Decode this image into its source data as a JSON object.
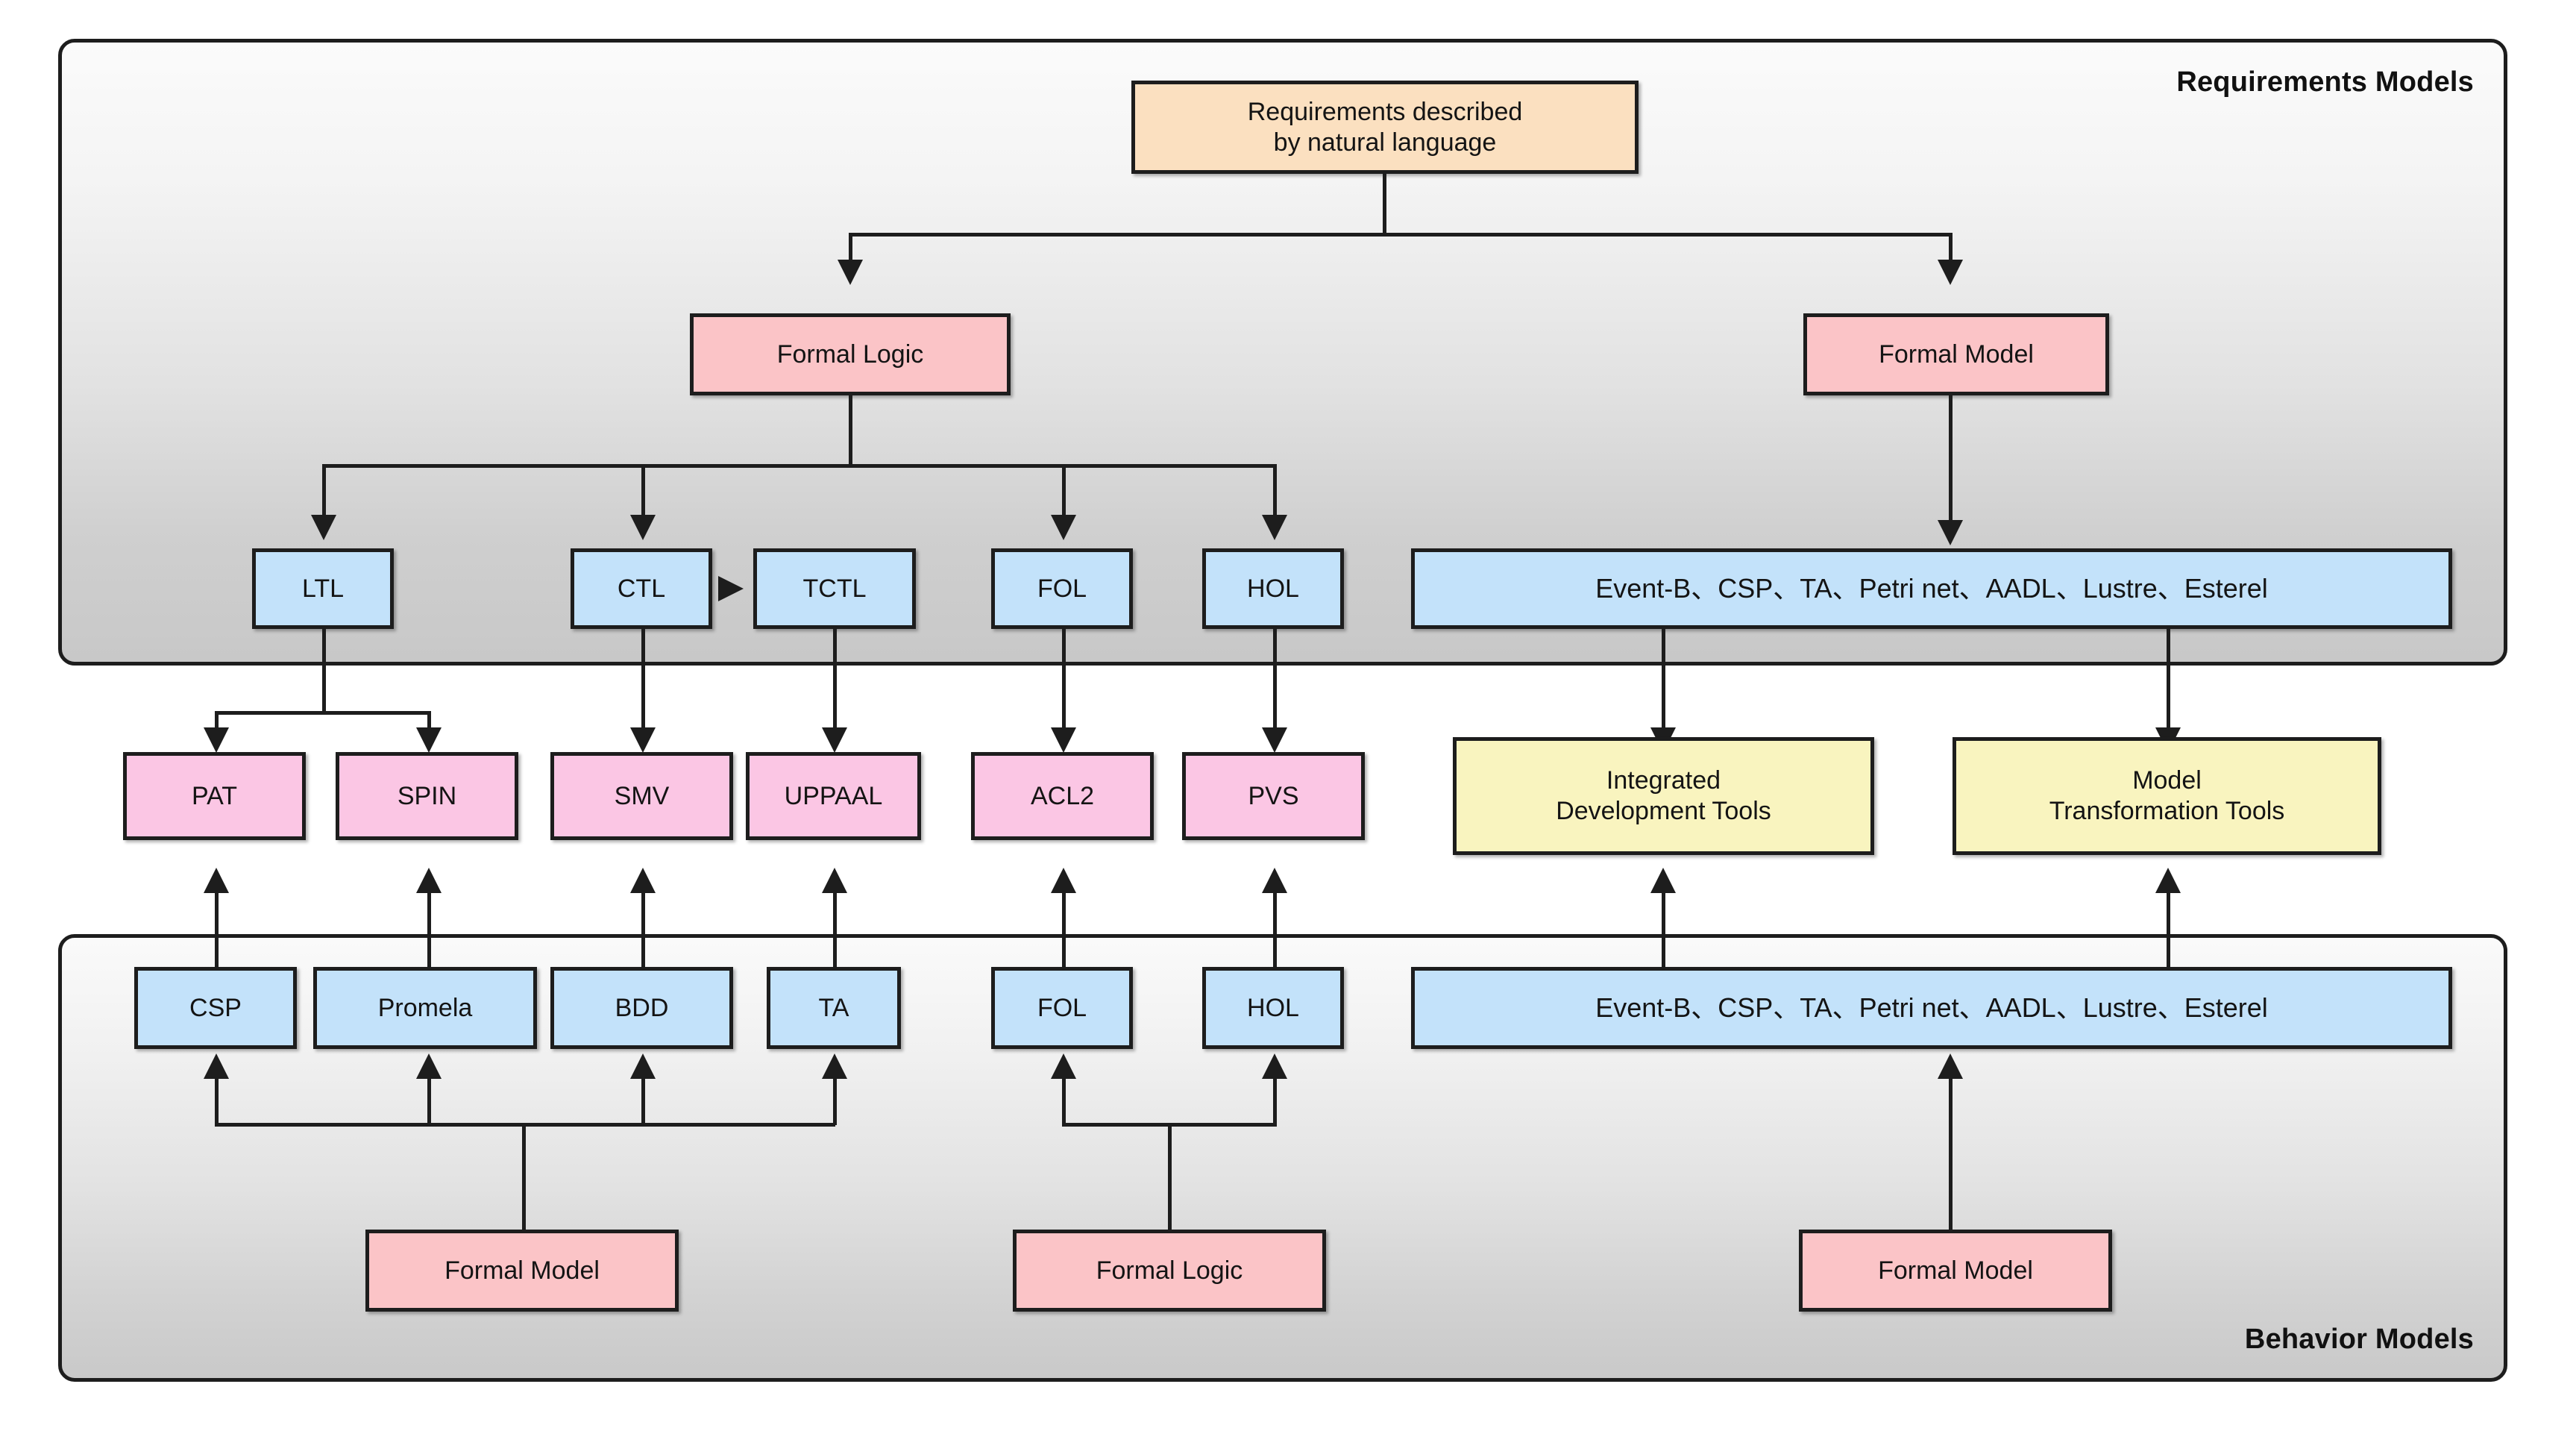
{
  "panels": {
    "requirements": {
      "title": "Requirements Models"
    },
    "behavior": {
      "title": "Behavior Models"
    }
  },
  "nodes": {
    "root": "Requirements described\nby natural language",
    "root_line1": "Requirements described",
    "root_line2": "by natural language",
    "req_formal_logic": "Formal Logic",
    "req_formal_model": "Formal Model",
    "logics": [
      "LTL",
      "CTL",
      "TCTL",
      "FOL",
      "HOL"
    ],
    "req_notations": "Event-B、CSP、TA、Petri net、AADL、Lustre、Esterel",
    "tools": [
      "PAT",
      "SPIN",
      "SMV",
      "UPPAAL",
      "ACL2",
      "PVS"
    ],
    "tool_groups": [
      "Integrated\nDevelopment Tools",
      "Model\nTransformation Tools"
    ],
    "tool_group_1_line1": "Integrated",
    "tool_group_1_line2": "Development Tools",
    "tool_group_2_line1": "Model",
    "tool_group_2_line2": "Transformation Tools",
    "behavior_langs": [
      "CSP",
      "Promela",
      "BDD",
      "TA",
      "FOL",
      "HOL"
    ],
    "beh_notations": "Event-B、CSP、TA、Petri net、AADL、Lustre、Esterel",
    "beh_formal_model_left": "Formal Model",
    "beh_formal_logic": "Formal Logic",
    "beh_formal_model_right": "Formal Model"
  },
  "colors": {
    "orange": "#fbe0c0",
    "pink": "#fbc4c7",
    "blue": "#c3e2fa",
    "rose": "#fbc6e4",
    "yellow": "#f9f4bf",
    "stroke": "#1d1d1d",
    "panel_bg_top": "#fbfbfb",
    "panel_bg_bottom": "#c8c8c8"
  },
  "edges": [
    {
      "from": "root",
      "to": "req_formal_logic"
    },
    {
      "from": "root",
      "to": "req_formal_model"
    },
    {
      "from": "req_formal_logic",
      "to": "LTL"
    },
    {
      "from": "req_formal_logic",
      "to": "CTL"
    },
    {
      "from": "req_formal_logic",
      "to": "FOL"
    },
    {
      "from": "req_formal_logic",
      "to": "HOL"
    },
    {
      "from": "CTL",
      "to": "TCTL"
    },
    {
      "from": "req_formal_model",
      "to": "req_notations"
    },
    {
      "from": "LTL",
      "to": "PAT"
    },
    {
      "from": "LTL",
      "to": "SPIN"
    },
    {
      "from": "CTL",
      "to": "SMV"
    },
    {
      "from": "TCTL",
      "to": "UPPAAL"
    },
    {
      "from": "FOL",
      "to": "ACL2"
    },
    {
      "from": "HOL",
      "to": "PVS"
    },
    {
      "from": "req_notations",
      "to": "Integrated Development Tools"
    },
    {
      "from": "req_notations",
      "to": "Model Transformation Tools"
    },
    {
      "from": "beh_CSP",
      "to": "PAT"
    },
    {
      "from": "beh_Promela",
      "to": "SPIN"
    },
    {
      "from": "beh_BDD",
      "to": "SMV"
    },
    {
      "from": "beh_TA",
      "to": "UPPAAL"
    },
    {
      "from": "beh_FOL",
      "to": "ACL2"
    },
    {
      "from": "beh_HOL",
      "to": "PVS"
    },
    {
      "from": "beh_notations",
      "to": "Integrated Development Tools"
    },
    {
      "from": "beh_notations",
      "to": "Model Transformation Tools"
    },
    {
      "from": "beh_formal_model_left",
      "to": "beh_CSP"
    },
    {
      "from": "beh_formal_model_left",
      "to": "beh_Promela"
    },
    {
      "from": "beh_formal_model_left",
      "to": "beh_BDD"
    },
    {
      "from": "beh_formal_model_left",
      "to": "beh_TA"
    },
    {
      "from": "beh_formal_logic",
      "to": "beh_FOL"
    },
    {
      "from": "beh_formal_logic",
      "to": "beh_HOL"
    },
    {
      "from": "beh_formal_model_right",
      "to": "beh_notations"
    }
  ]
}
